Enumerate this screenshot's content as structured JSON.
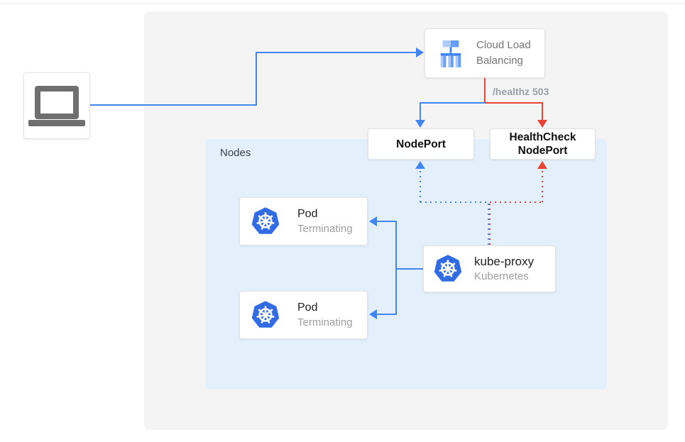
{
  "colors": {
    "edge_blue": "#4285f4",
    "edge_red": "#ea4335",
    "outer_panel": "#f4f4f4",
    "nodes_panel": "#e3f0fc",
    "kubernetes_blue": "#326ce5",
    "lb_icon_light_blue": "#aecbfa",
    "lb_icon_mid_blue": "#669df6",
    "lb_icon_blue": "#4285f4",
    "laptop_gray": "#6f6f6f",
    "title_text": "#212121",
    "subtitle_text": "#9e9e9e",
    "healthz_text": "#9aa0a6"
  },
  "nodes_panel": {
    "label": "Nodes"
  },
  "client": {
    "icon": "laptop-icon"
  },
  "cloud_load_balancing": {
    "icon": "load-balancer-icon",
    "line1": "Cloud Load",
    "line2": "Balancing"
  },
  "healthz_label": "/healthz 503",
  "nodeport": {
    "label": "NodePort"
  },
  "healthcheck_nodeport": {
    "line1": "HealthCheck",
    "line2": "NodePort"
  },
  "pods": [
    {
      "icon": "kubernetes-icon",
      "title": "Pod",
      "subtitle": "Terminating"
    },
    {
      "icon": "kubernetes-icon",
      "title": "Pod",
      "subtitle": "Terminating"
    }
  ],
  "kube_proxy": {
    "icon": "kubernetes-icon",
    "title": "kube-proxy",
    "subtitle": "Kubernetes"
  }
}
